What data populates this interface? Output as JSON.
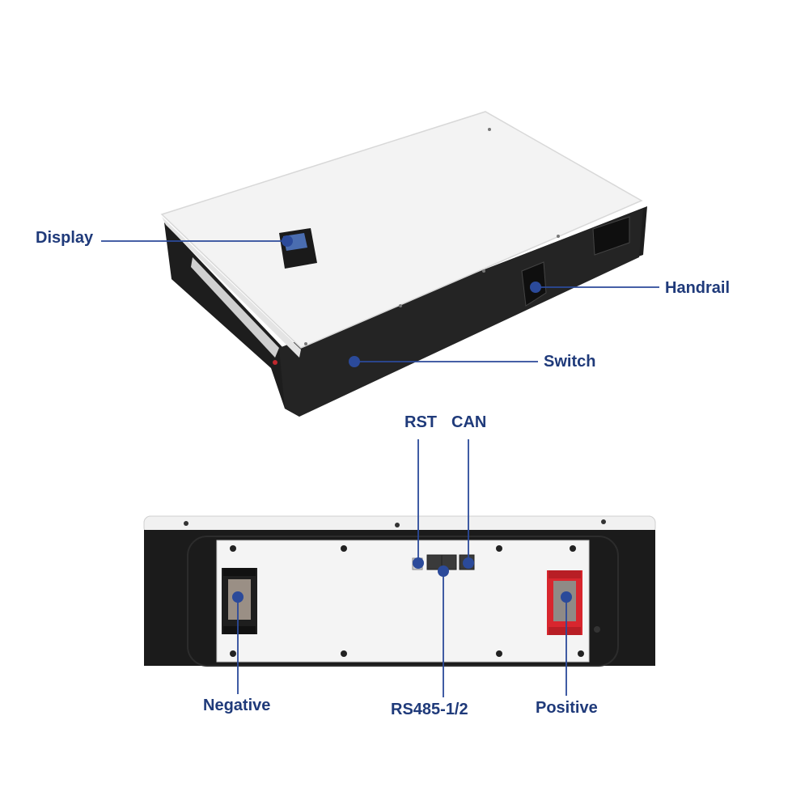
{
  "colors": {
    "accent": "#2b4a9a",
    "label": "#1f3a7a",
    "body_white": "#f2f2f2",
    "body_black": "#1a1a1a",
    "terminal_red": "#d8262e"
  },
  "labels": {
    "display": "Display",
    "handrail": "Handrail",
    "switch": "Switch",
    "rst": "RST",
    "can": "CAN",
    "negative": "Negative",
    "rs485": "RS485-1/2",
    "positive": "Positive"
  }
}
